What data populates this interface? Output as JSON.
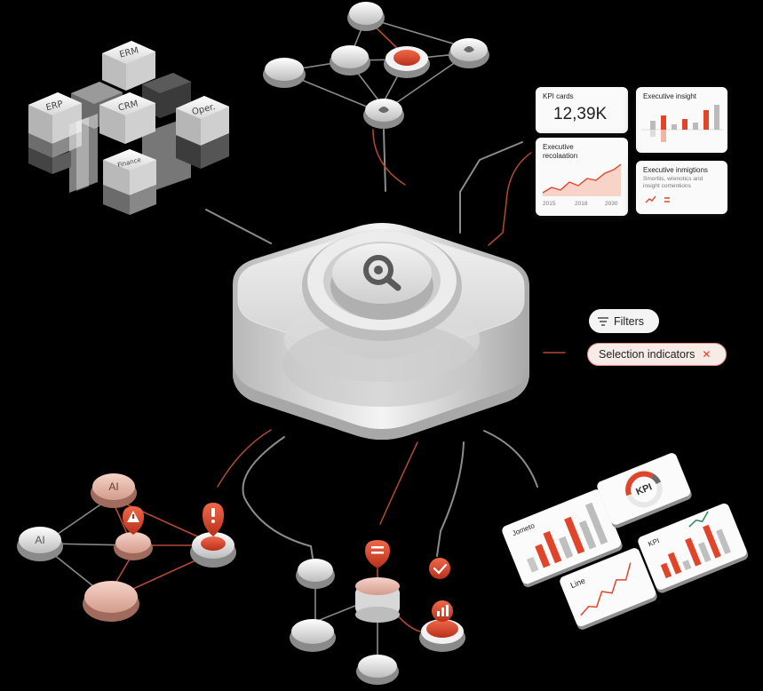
{
  "hub": {
    "icon": "search-magnifier-icon"
  },
  "data_sources": {
    "labels": [
      "ERM",
      "ERP",
      "CRM",
      "Oper.",
      "Finance"
    ]
  },
  "dashboard": {
    "kpi_card": {
      "title": "KPI cards",
      "value": "12,39K"
    },
    "insight_card": {
      "title": "Executive insight"
    },
    "recolaation_card": {
      "title_line1": "Executive",
      "title_line2": "recolaation",
      "x_labels": [
        "2015",
        "2018",
        "2030"
      ]
    },
    "inmigtions_card": {
      "title": "Executive inmigtions",
      "desc_line1": "Smortiis, wrenotics and",
      "desc_line2": "insight comentions"
    }
  },
  "controls": {
    "filters_label": "Filters",
    "selection_label": "Selection indicators",
    "selection_close_icon": "close-icon",
    "filters_icon": "filter-lines-icon"
  },
  "ai_nodes": {
    "top": "AI",
    "left": "AI"
  },
  "chart_cards": {
    "bar_card": "Jometo",
    "kpi_gauge": "KPI",
    "line_card": "Line",
    "kpi_bar_card": "KPI"
  },
  "colors": {
    "accent": "#e0452a",
    "background": "#000000",
    "node_light": "#e8e8e8",
    "card_bg": "#fafafa"
  }
}
